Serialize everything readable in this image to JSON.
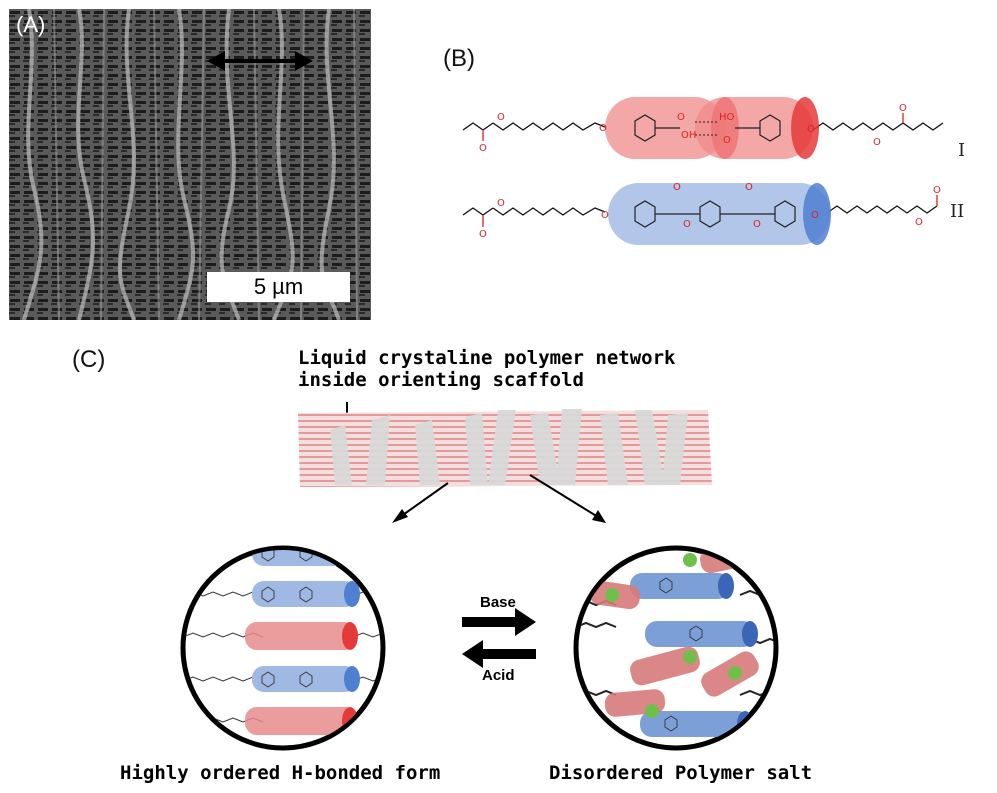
{
  "panels": {
    "a": {
      "label": "(A)",
      "scale_bar": "5 µm"
    },
    "b": {
      "label": "(B)",
      "molecule_1": "I",
      "molecule_2": "II",
      "atoms": {
        "o": "O",
        "ho": "HO",
        "oh": "OH"
      }
    },
    "c": {
      "label": "(C)",
      "scaffold_title_line1": "Liquid crystaline polymer network",
      "scaffold_title_line2": "inside orienting scaffold",
      "base_label": "Base",
      "acid_label": "Acid",
      "left_caption": "Highly ordered H-bonded form",
      "right_caption": "Disordered Polymer salt"
    }
  },
  "colors": {
    "red_cylinder": "#ef6b6b",
    "blue_cylinder": "#7d9fd8",
    "green_ion": "#6fbf4a",
    "scaffold_pink": "#e8a8a8",
    "scaffold_grey": "#d5d5d5"
  }
}
